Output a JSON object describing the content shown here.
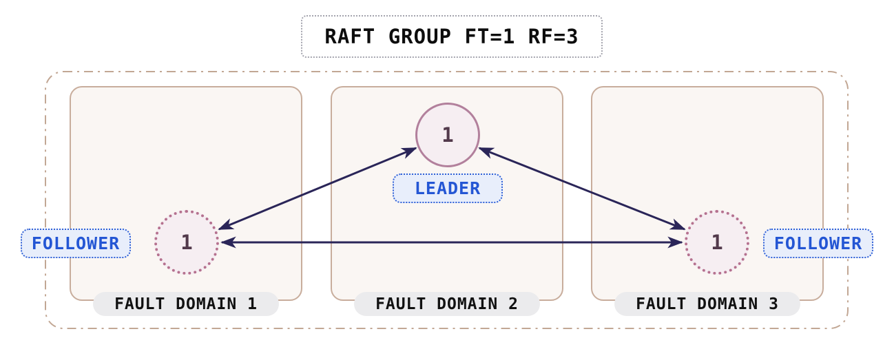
{
  "diagram": {
    "title": "RAFT GROUP FT=1 RF=3",
    "domains": [
      {
        "label": "FAULT DOMAIN 1",
        "node": {
          "value": "1",
          "role": "FOLLOWER"
        }
      },
      {
        "label": "FAULT DOMAIN 2",
        "node": {
          "value": "1",
          "role": "LEADER"
        }
      },
      {
        "label": "FAULT DOMAIN 3",
        "node": {
          "value": "1",
          "role": "FOLLOWER"
        }
      }
    ],
    "edges": [
      {
        "from": "leader-domain-2",
        "to": "follower-domain-1",
        "bidirectional": true
      },
      {
        "from": "leader-domain-2",
        "to": "follower-domain-3",
        "bidirectional": true
      },
      {
        "from": "follower-domain-1",
        "to": "follower-domain-3",
        "bidirectional": true
      }
    ],
    "colors": {
      "arrow": "#2a2558",
      "leader_circle_border": "#b2809c",
      "follower_circle_border": "#b5718f",
      "circle_fill": "#f6eef2",
      "node_text": "#52394b",
      "role_text": "#2456d4",
      "role_fill": "#e8eefb",
      "role_border": "#2e5fd6",
      "domain_border": "#c8ad9c",
      "domain_fill": "#faf6f3",
      "domain_label_fill": "#ebebed",
      "outer_border": "#c2a794",
      "title_border": "#a3a3ad"
    }
  }
}
